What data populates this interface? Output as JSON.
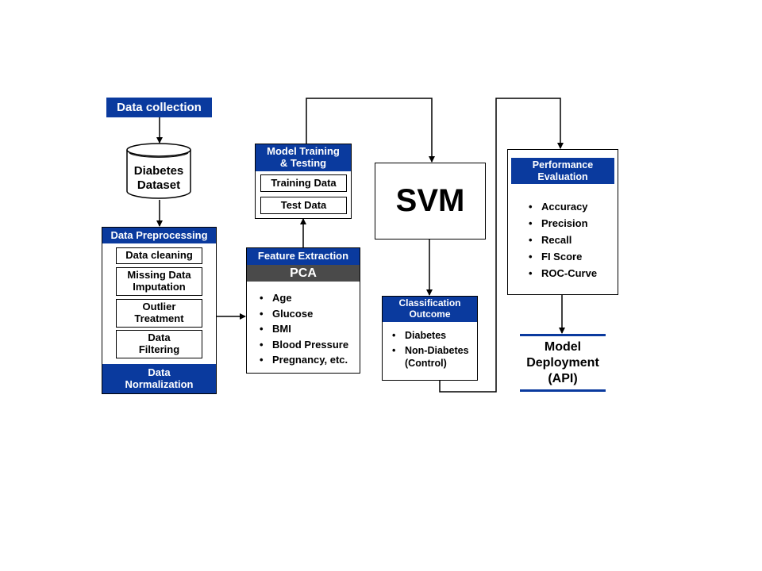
{
  "data_collection": "Data collection",
  "dataset": "Diabetes\nDataset",
  "preprocessing": {
    "title": "Data Preprocessing",
    "steps": [
      "Data cleaning",
      "Missing Data\nImputation",
      "Outlier\nTreatment",
      "Data\nFiltering"
    ],
    "footer": "Data\nNormalization"
  },
  "feature": {
    "title": "Feature Extraction",
    "method": "PCA",
    "items": [
      "Age",
      "Glucose",
      "BMI",
      "Blood Pressure",
      "Pregnancy, etc."
    ]
  },
  "training": {
    "title": "Model Training\n& Testing",
    "items": [
      "Training Data",
      "Test Data"
    ]
  },
  "svm": "SVM",
  "classification": {
    "title": "Classification\nOutcome",
    "items": [
      "Diabetes",
      "Non-Diabetes\n(Control)"
    ]
  },
  "performance": {
    "title": "Performance\nEvaluation",
    "items": [
      "Accuracy",
      "Precision",
      "Recall",
      "FI Score",
      "ROC-Curve"
    ]
  },
  "deployment": "Model\nDeployment\n(API)",
  "colors": {
    "header": "#0a3a9e",
    "pca_bar": "#4a4a4a"
  }
}
